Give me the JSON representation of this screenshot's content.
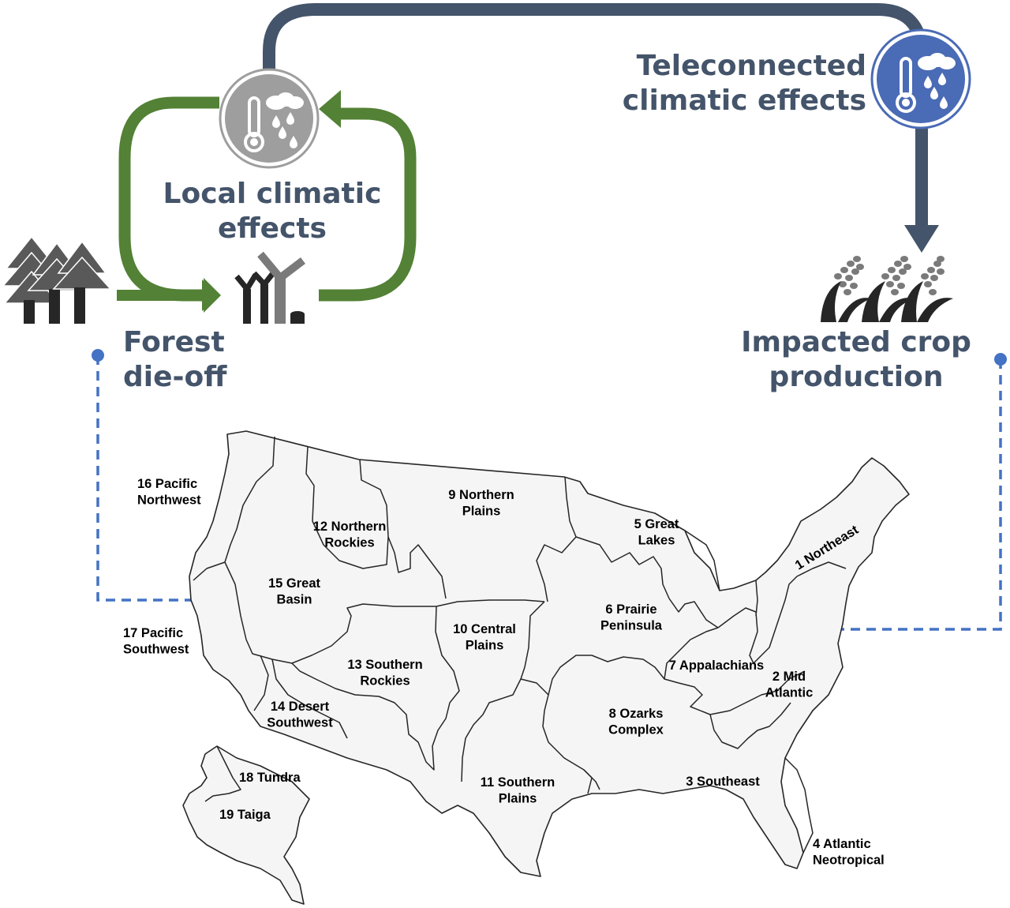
{
  "labels": {
    "local_effects": [
      "Local climatic",
      "effects"
    ],
    "teleconnected_effects": [
      "Teleconnected",
      "climatic effects"
    ],
    "forest_die_off": [
      "Forest",
      "die-off"
    ],
    "crop_production": [
      "Impacted crop",
      "production"
    ]
  },
  "regions": [
    {
      "id": "1",
      "lines": [
        "1 Northeast"
      ]
    },
    {
      "id": "2",
      "lines": [
        "2 Mid",
        "Atlantic"
      ]
    },
    {
      "id": "3",
      "lines": [
        "3 Southeast"
      ]
    },
    {
      "id": "4",
      "lines": [
        "4 Atlantic",
        "Neotropical"
      ]
    },
    {
      "id": "5",
      "lines": [
        "5 Great",
        "Lakes"
      ]
    },
    {
      "id": "6",
      "lines": [
        "6 Prairie",
        "Peninsula"
      ]
    },
    {
      "id": "7",
      "lines": [
        "7 Appalachians"
      ]
    },
    {
      "id": "8",
      "lines": [
        "8 Ozarks",
        "Complex"
      ]
    },
    {
      "id": "9",
      "lines": [
        "9 Northern",
        "Plains"
      ]
    },
    {
      "id": "10",
      "lines": [
        "10 Central",
        "Plains"
      ]
    },
    {
      "id": "11",
      "lines": [
        "11 Southern",
        "Plains"
      ]
    },
    {
      "id": "12",
      "lines": [
        "12 Northern",
        "Rockies"
      ]
    },
    {
      "id": "13",
      "lines": [
        "13 Southern",
        "Rockies"
      ]
    },
    {
      "id": "14",
      "lines": [
        "14 Desert",
        "Southwest"
      ]
    },
    {
      "id": "15",
      "lines": [
        "15 Great",
        "Basin"
      ]
    },
    {
      "id": "16",
      "lines": [
        "16 Pacific",
        "Northwest"
      ]
    },
    {
      "id": "17",
      "lines": [
        "17 Pacific",
        "Southwest"
      ]
    },
    {
      "id": "18",
      "lines": [
        "18 Tundra"
      ]
    },
    {
      "id": "19",
      "lines": [
        "19 Taiga"
      ]
    }
  ],
  "icons": {
    "local_climate": "thermometer-rain-icon",
    "teleconnected_climate": "thermometer-rain-icon",
    "forest": "trees-icon",
    "dead_forest": "dead-trees-icon",
    "crops": "crops-icon"
  },
  "colors": {
    "dark_arrow": "#44546a",
    "green_arrow": "#538135",
    "gray_badge": "#9e9e9e",
    "blue_badge": "#4a6bb5",
    "leader_line": "#4472c4",
    "map_fill": "#f5f5f5"
  }
}
